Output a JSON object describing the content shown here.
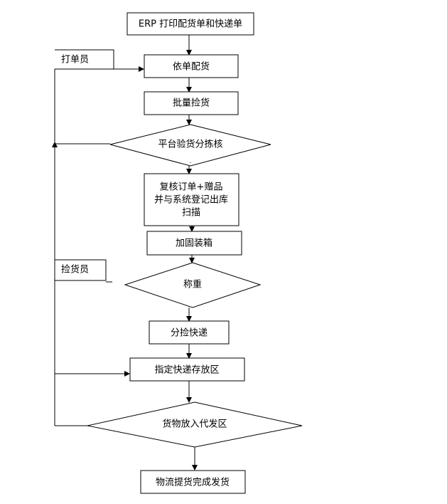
{
  "flowchart": {
    "nodes": {
      "start": "ERP 打印配货单和快递单",
      "distribute": "依单配货",
      "batch_pick": "批量捡货",
      "verify": "平台验货分拣核",
      "recheck_line1": "复核订单+赠品",
      "recheck_line2": "并与系统登记出库",
      "recheck_line3": "扫描",
      "reinforce": "加固装箱",
      "weigh": "称重",
      "sort_express": "分捡快递",
      "designate": "指定快递存放区",
      "dispatch_area": "货物放入代发区",
      "ship": "物流提货完成发货"
    },
    "roles": {
      "clerk": "打单员",
      "picker": "捡货员"
    },
    "stray_mark": "."
  }
}
